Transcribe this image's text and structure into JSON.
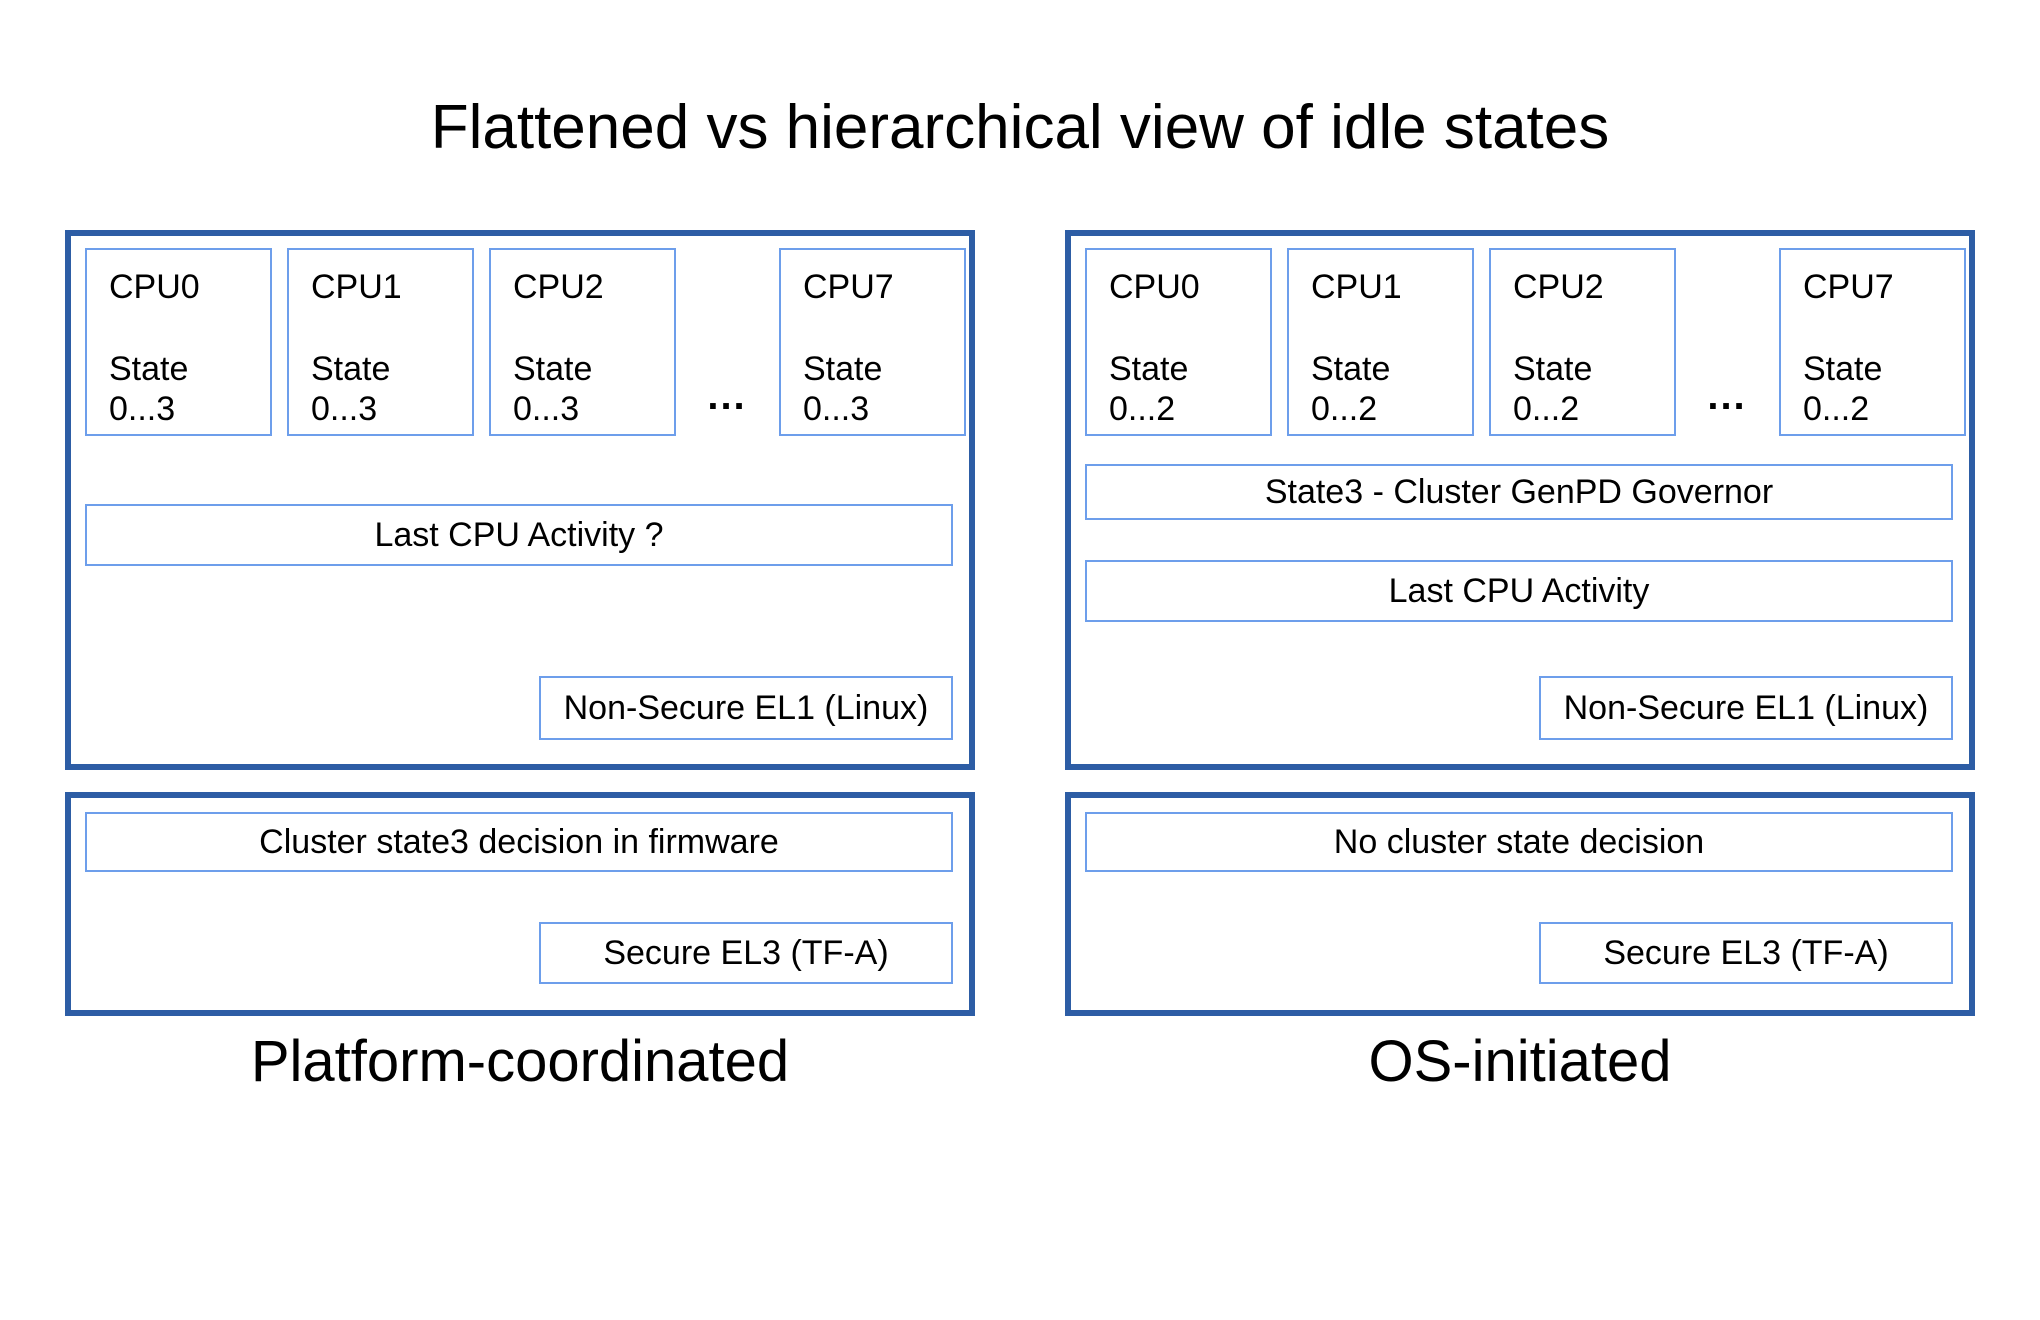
{
  "title": "Flattened vs hierarchical view of idle states",
  "colors": {
    "panel_border": "#2d5da5",
    "box_border": "#6d9eeb",
    "text": "#000000",
    "background": "#ffffff"
  },
  "panels": {
    "left": {
      "label": "Platform-coordinated",
      "upper": {
        "cpus": [
          {
            "name": "CPU0",
            "state_word": "State",
            "state_range": "0...3"
          },
          {
            "name": "CPU1",
            "state_word": "State",
            "state_range": "0...3"
          },
          {
            "name": "CPU2",
            "state_word": "State",
            "state_range": "0...3"
          },
          {
            "name": "CPU7",
            "state_word": "State",
            "state_range": "0...3"
          }
        ],
        "ellipsis": "...",
        "activity_label": "Last CPU Activity ?",
        "el1_label": "Non-Secure EL1 (Linux)"
      },
      "lower": {
        "decision_label": "Cluster state3 decision in firmware",
        "el3_label": "Secure EL3 (TF-A)"
      }
    },
    "right": {
      "label": "OS-initiated",
      "upper": {
        "cpus": [
          {
            "name": "CPU0",
            "state_word": "State",
            "state_range": "0...2"
          },
          {
            "name": "CPU1",
            "state_word": "State",
            "state_range": "0...2"
          },
          {
            "name": "CPU2",
            "state_word": "State",
            "state_range": "0...2"
          },
          {
            "name": "CPU7",
            "state_word": "State",
            "state_range": "0...2"
          }
        ],
        "ellipsis": "...",
        "governor_label": "State3 - Cluster GenPD Governor",
        "activity_label": "Last CPU Activity",
        "el1_label": "Non-Secure EL1 (Linux)"
      },
      "lower": {
        "decision_label": "No cluster state decision",
        "el3_label": "Secure EL3 (TF-A)"
      }
    }
  }
}
